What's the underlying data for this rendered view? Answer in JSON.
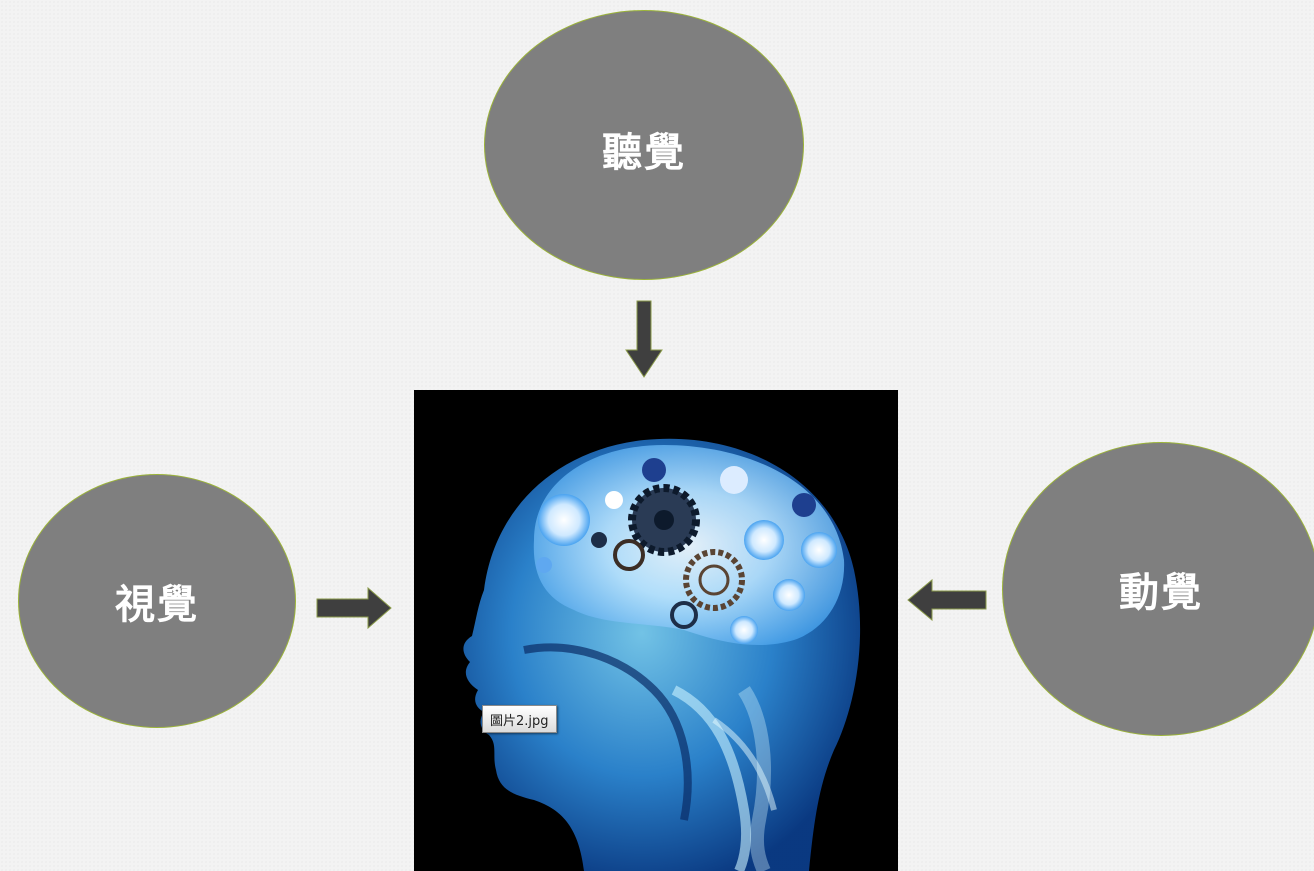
{
  "nodes": {
    "top": {
      "label": "聽覺"
    },
    "left": {
      "label": "視覺"
    },
    "right": {
      "label": "動覺"
    }
  },
  "image": {
    "subject": "brain-gears-xray",
    "tooltip": "圖片2.jpg"
  },
  "colors": {
    "bubble_fill": "#7f7f7f",
    "bubble_outline": "#9bb33a",
    "arrow_fill": "#3f3f3f",
    "arrow_outline": "#8a9a4a"
  }
}
